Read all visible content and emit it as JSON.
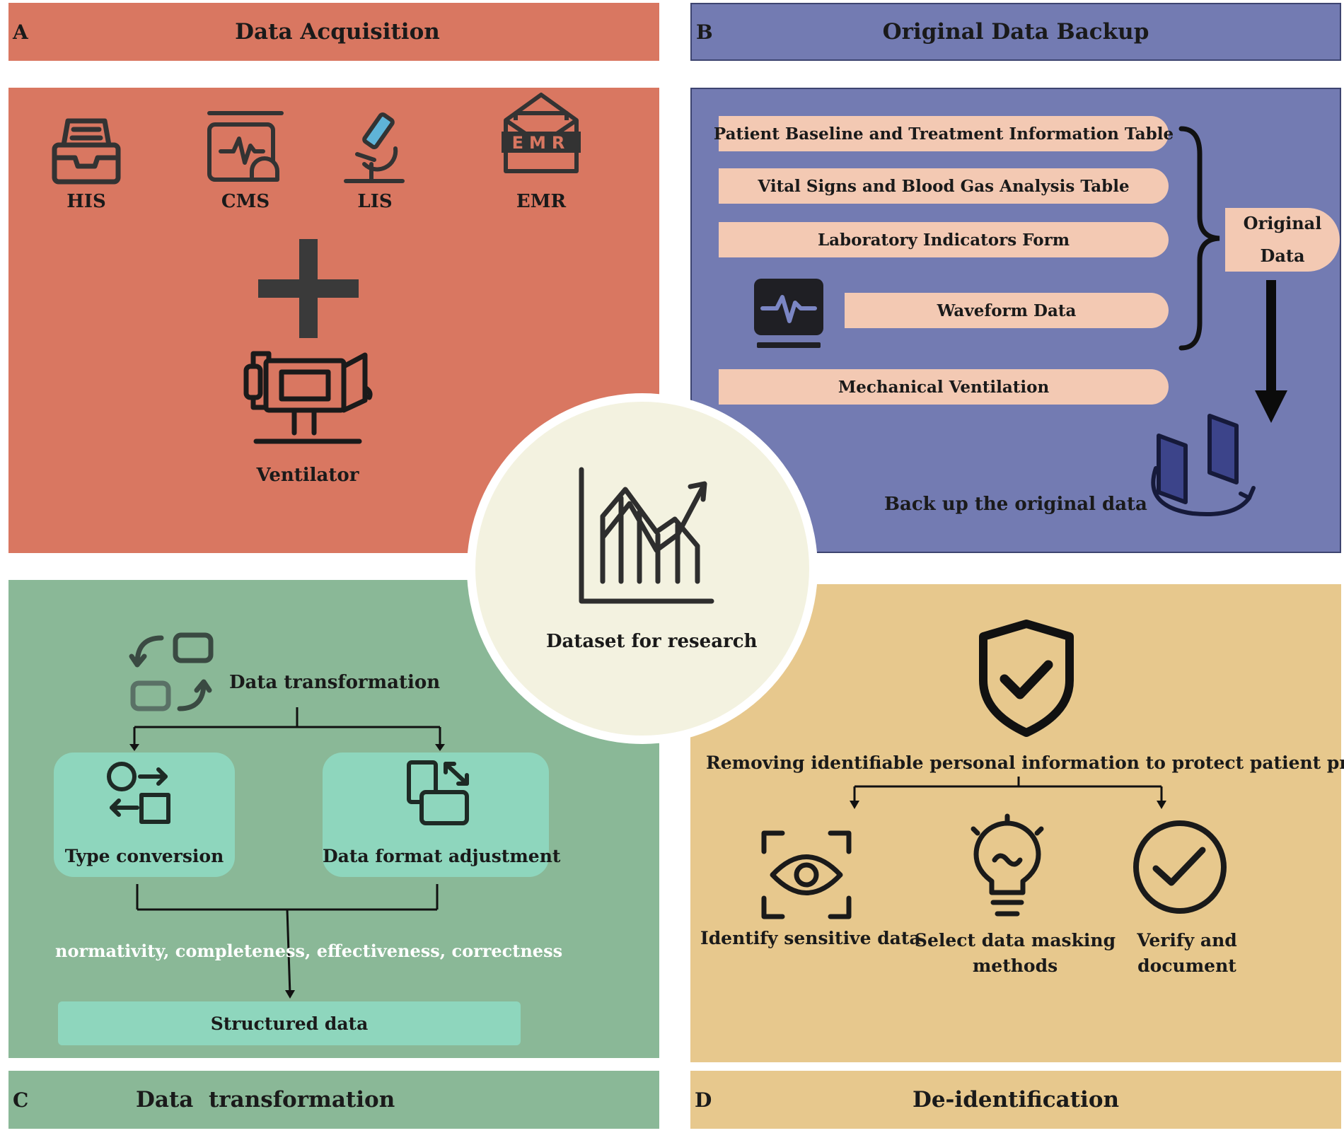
{
  "panel_a": {
    "letter": "A",
    "title": "Data Acquisition",
    "sources": [
      "HIS",
      "CMS",
      "LIS",
      "EMR"
    ],
    "emr_badge": "EMR",
    "ventilator_label": "Ventilator"
  },
  "panel_b": {
    "letter": "B",
    "title": "Original Data Backup",
    "tables": [
      "Patient Baseline and Treatment Information Table",
      "Vital Signs and Blood Gas Analysis Table",
      "Laboratory Indicators Form",
      "Waveform Data",
      "Mechanical Ventilation"
    ],
    "original_data_line1": "Original",
    "original_data_line2": "Data",
    "backup_label": "Back up the original data"
  },
  "center": {
    "label": "Dataset for research"
  },
  "panel_c": {
    "letter": "C",
    "title": "Data  transformation",
    "transform_label": "Data transformation",
    "type_conversion": "Type conversion",
    "format_adjustment": "Data format adjustment",
    "criteria": "normativity, completeness, effectiveness,  correctness",
    "structured": "Structured data"
  },
  "panel_d": {
    "letter": "D",
    "title": "De-identification",
    "headline": "Removing identifiable personal information to protect patient privacy",
    "step1": "Identify sensitive data",
    "step2_line1": "Select data masking",
    "step2_line2": "methods",
    "step3_line1": "Verify and",
    "step3_line2": "document"
  },
  "colors": {
    "panel_a": "#d97761",
    "panel_b": "#737bb2",
    "panel_c": "#8ab897",
    "panel_d": "#e7c88d",
    "center_fill": "#f3f2e0",
    "pill": "#f3c9b3",
    "mint_box": "#8ed6bd",
    "icon_dark": "#333333"
  }
}
